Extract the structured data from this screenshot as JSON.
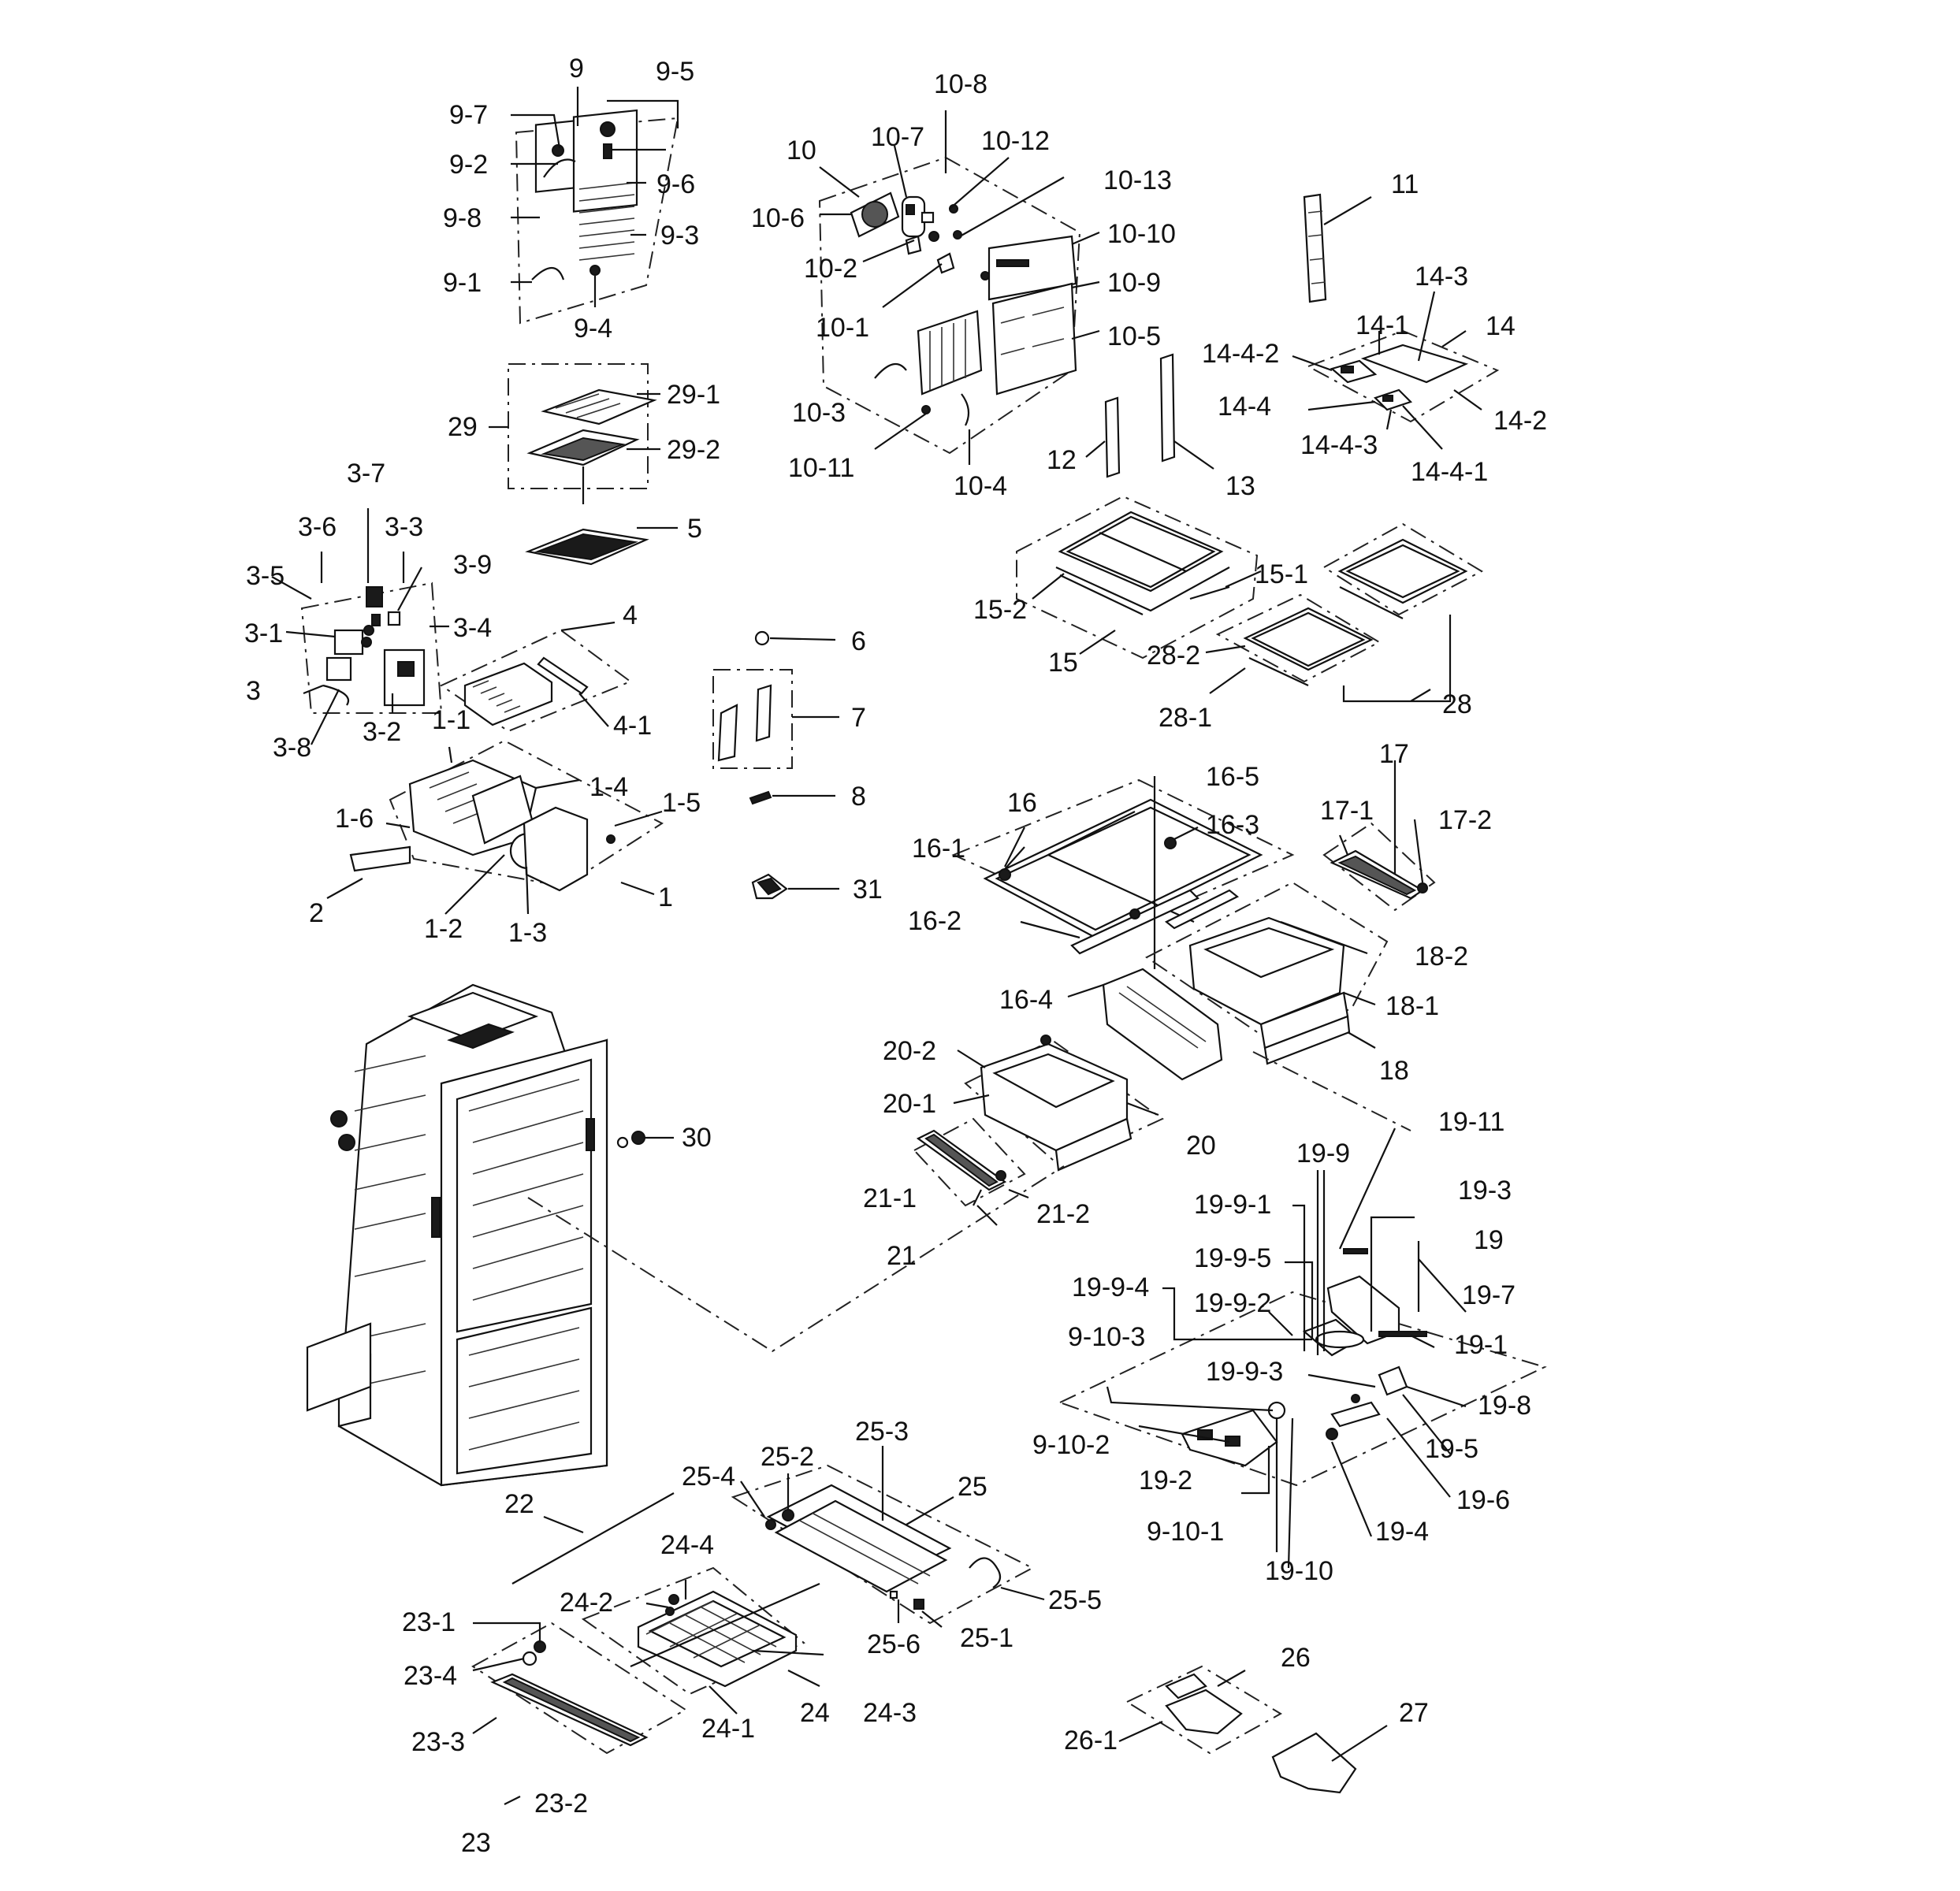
{
  "diagram": {
    "labels": {
      "l1": "1",
      "l1_1": "1-1",
      "l1_2": "1-2",
      "l1_3": "1-3",
      "l1_4": "1-4",
      "l1_5": "1-5",
      "l1_6": "1-6",
      "l2": "2",
      "l3": "3",
      "l3_1": "3-1",
      "l3_2": "3-2",
      "l3_3": "3-3",
      "l3_4": "3-4",
      "l3_5": "3-5",
      "l3_6": "3-6",
      "l3_7": "3-7",
      "l3_8": "3-8",
      "l3_9": "3-9",
      "l4": "4",
      "l4_1": "4-1",
      "l5": "5",
      "l6": "6",
      "l7": "7",
      "l8": "8",
      "l9": "9",
      "l9_1": "9-1",
      "l9_2": "9-2",
      "l9_3": "9-3",
      "l9_4": "9-4",
      "l9_5": "9-5",
      "l9_6": "9-6",
      "l9_7": "9-7",
      "l9_8": "9-8",
      "l9_10_1": "9-10-1",
      "l9_10_2": "9-10-2",
      "l9_10_3": "9-10-3",
      "l10": "10",
      "l10_1": "10-1",
      "l10_2": "10-2",
      "l10_3": "10-3",
      "l10_4": "10-4",
      "l10_5": "10-5",
      "l10_6": "10-6",
      "l10_7": "10-7",
      "l10_8": "10-8",
      "l10_9": "10-9",
      "l10_10": "10-10",
      "l10_11": "10-11",
      "l10_12": "10-12",
      "l10_13": "10-13",
      "l11": "11",
      "l12": "12",
      "l13": "13",
      "l14": "14",
      "l14_1": "14-1",
      "l14_2": "14-2",
      "l14_3": "14-3",
      "l14_4": "14-4",
      "l14_4_1": "14-4-1",
      "l14_4_2": "14-4-2",
      "l14_4_3": "14-4-3",
      "l15": "15",
      "l15_1": "15-1",
      "l15_2": "15-2",
      "l16": "16",
      "l16_1": "16-1",
      "l16_2": "16-2",
      "l16_3": "16-3",
      "l16_4": "16-4",
      "l16_5": "16-5",
      "l17": "17",
      "l17_1": "17-1",
      "l17_2": "17-2",
      "l18": "18",
      "l18_1": "18-1",
      "l18_2": "18-2",
      "l19": "19",
      "l19_1": "19-1",
      "l19_2": "19-2",
      "l19_3": "19-3",
      "l19_4": "19-4",
      "l19_5": "19-5",
      "l19_6": "19-6",
      "l19_7": "19-7",
      "l19_8": "19-8",
      "l19_9": "19-9",
      "l19_9_1": "19-9-1",
      "l19_9_2": "19-9-2",
      "l19_9_3": "19-9-3",
      "l19_9_4": "19-9-4",
      "l19_9_5": "19-9-5",
      "l19_10": "19-10",
      "l19_11": "19-11",
      "l20": "20",
      "l20_1": "20-1",
      "l20_2": "20-2",
      "l21": "21",
      "l21_1": "21-1",
      "l21_2": "21-2",
      "l22": "22",
      "l23": "23",
      "l23_1": "23-1",
      "l23_2": "23-2",
      "l23_3": "23-3",
      "l23_4": "23-4",
      "l24": "24",
      "l24_1": "24-1",
      "l24_2": "24-2",
      "l24_3": "24-3",
      "l24_4": "24-4",
      "l25": "25",
      "l25_1": "25-1",
      "l25_2": "25-2",
      "l25_3": "25-3",
      "l25_4": "25-4",
      "l25_5": "25-5",
      "l25_6": "25-6",
      "l26": "26",
      "l26_1": "26-1",
      "l27": "27",
      "l28": "28",
      "l28_1": "28-1",
      "l28_2": "28-2",
      "l29": "29",
      "l29_1": "29-1",
      "l29_2": "29-2",
      "l30": "30",
      "l31": "31"
    }
  }
}
